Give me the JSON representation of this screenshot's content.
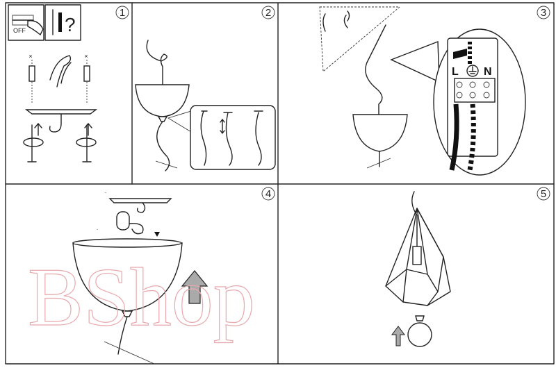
{
  "steps": [
    {
      "number": "1",
      "off_label": "OFF",
      "question_mark": "?",
      "mark_left": "×",
      "mark_right": "×"
    },
    {
      "number": "2"
    },
    {
      "number": "3",
      "live_label": "L",
      "neutral_label": "N"
    },
    {
      "number": "4"
    },
    {
      "number": "5"
    }
  ],
  "watermark": "BShop",
  "colors": {
    "line": "#222222",
    "watermark": "#e8a9ae"
  }
}
